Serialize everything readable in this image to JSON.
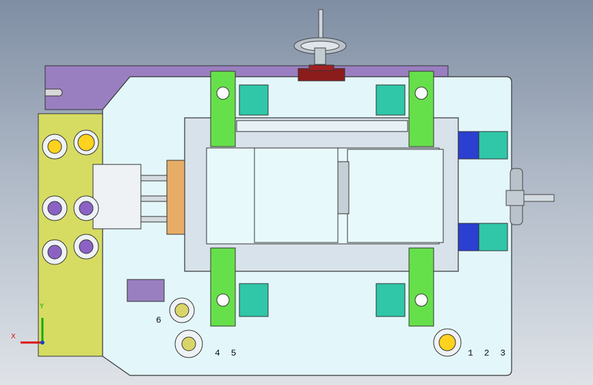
{
  "viewport": {
    "background_top": "#7f8ea3",
    "background_bottom": "#dfe3e8"
  },
  "callouts": {
    "label_6": "6",
    "label_45": "4 5",
    "label_123": "1 2 3"
  },
  "triad": {
    "x_label": "X",
    "y_label": "Y",
    "x_color": "#dd1111",
    "y_color": "#11aa11",
    "z_color": "#1144cc"
  },
  "colors": {
    "base_plate": "#e3f7fb",
    "purple_plate": "#9a7fc0",
    "yellow_plate": "#d6dc62",
    "green_clamp": "#66e04a",
    "teal_block": "#2fc7a8",
    "blue_block": "#2b3fd0",
    "dark_red": "#8b1c1c",
    "gold_pin": "#ffd21f",
    "violet_pin": "#8b62c4"
  }
}
